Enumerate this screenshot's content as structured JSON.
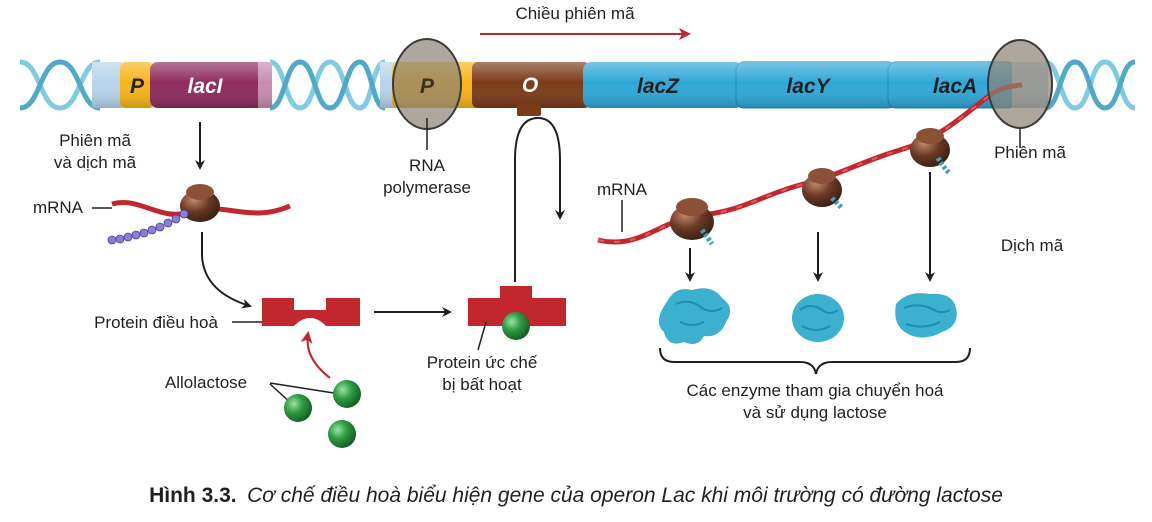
{
  "direction_label": "Chiều phiên mã",
  "genes": {
    "p1": "P",
    "laci": "lacI",
    "p2": "P",
    "o": "O",
    "lacz": "lacZ",
    "lacy": "lacY",
    "laca": "lacA"
  },
  "labels": {
    "transcription_translation_1": "Phiên mã",
    "transcription_translation_2": "và dịch mã",
    "mrna_left": "mRNA",
    "rna_pol_1": "RNA",
    "rna_pol_2": "polymerase",
    "regulatory_protein": "Protein điều hoà",
    "allolactose": "Allolactose",
    "inactivated_1": "Protein ức chế",
    "inactivated_2": "bị bất hoạt",
    "mrna_right": "mRNA",
    "transcription_right": "Phiên mã",
    "translation_right": "Dịch mã",
    "enzymes_1": "Các enzyme tham gia chuyển hoá",
    "enzymes_2": "và sử dụng lactose"
  },
  "caption": {
    "prefix": "Hình 3.3.",
    "text": "Cơ chế điều hoà biểu hiện gene của operon Lac khi môi trường có đường lactose"
  },
  "colors": {
    "promoter": "#f7b518",
    "laci": "#8e2b5e",
    "operator": "#7b3b18",
    "structural": "#2ea8d8",
    "dna_helix": "#6fc3dd",
    "repressor": "#c1272d",
    "allolactose": "#2e9e43",
    "ribosome": "#6b3a26",
    "arrow_red": "#c1272d"
  }
}
